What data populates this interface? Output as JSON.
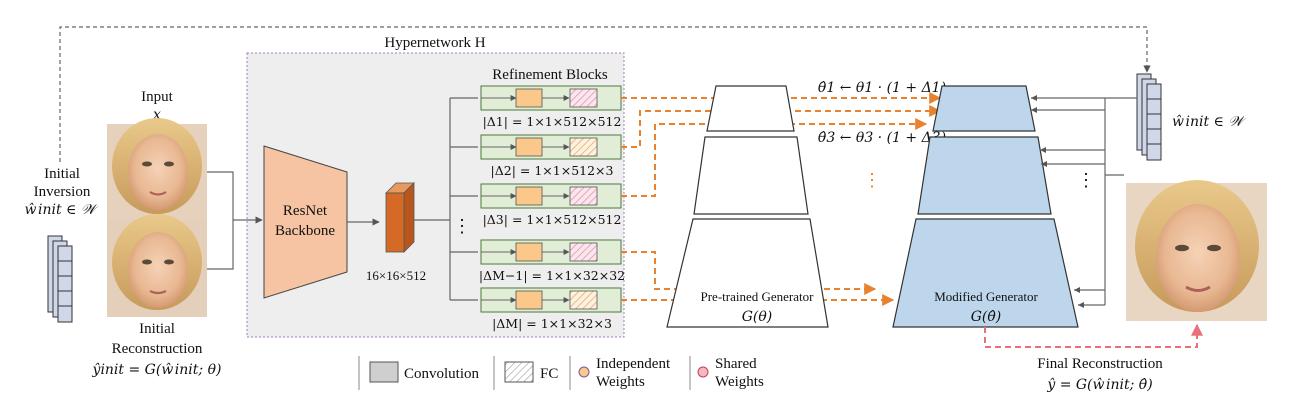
{
  "labels": {
    "hypernetwork": "Hypernetwork H",
    "input": "Input",
    "input_var": "x",
    "initial_inversion_line1": "Initial",
    "initial_inversion_line2": "Inversion",
    "initial_inversion_var": "ŵinit ∈ 𝒲",
    "initial_reconstruction_line1": "Initial",
    "initial_reconstruction_line2": "Reconstruction",
    "initial_reconstruction_eq": "ŷinit = G(ŵinit; θ)",
    "backbone_line1": "ResNet",
    "backbone_line2": "Backbone",
    "feature_size": "16×16×512",
    "refinement_blocks": "Refinement Blocks",
    "pretrained_generator": "Pre-trained Generator",
    "pretrained_generator_var": "G(θ)",
    "modified_generator": "Modified Generator",
    "modified_generator_var": "G(θ̂)",
    "w_init_right": "ŵinit ∈ 𝒲",
    "eq_theta1": "θ̂1 ← θ1 · (1 + Δ1)",
    "eq_theta3": "θ̂3 ← θ3 · (1 + Δ3)",
    "final_reconstruction": "Final Reconstruction",
    "final_reconstruction_eq": "ŷ = G(ŵinit; θ̂)"
  },
  "refinement_dims": [
    "|Δ1| = 1×1×512×512",
    "|Δ2| = 1×1×512×3",
    "|Δ3| = 1×1×512×512",
    "|ΔM−1| = 1×1×32×32",
    "|ΔM| = 1×1×32×3"
  ],
  "legend": {
    "convolution": "Convolution",
    "fc": "FC",
    "independent_line1": "Independent",
    "independent_line2": "Weights",
    "shared_line1": "Shared",
    "shared_line2": "Weights"
  },
  "colors": {
    "orange_arrow": "#e8822f",
    "pink_arrow": "#e8707a",
    "backbone": "#f6c4a2",
    "conv_orange": "#d46a26",
    "block_green": "#e1edd6",
    "block_border": "#4a7a3a",
    "conv_yellow": "#f9c88a",
    "modified_generator": "#bdd6ec",
    "hypernet_bg": "#eeeeee",
    "hypernet_border": "#a57bbf",
    "latent_cell": "#cfd7e8"
  }
}
